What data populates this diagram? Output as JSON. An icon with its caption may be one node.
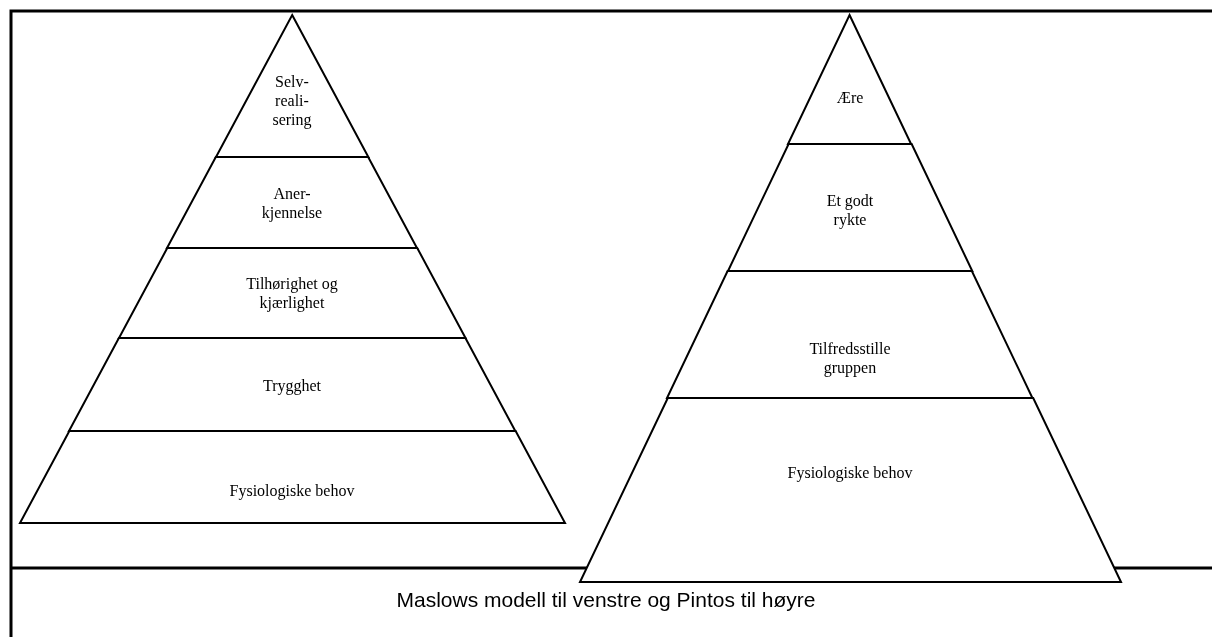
{
  "diagram": {
    "caption": "Maslows modell til venstre og Pintos til høyre",
    "nodes": [
      {
        "text": [
          "Selv- reali- sering"
        ]
      },
      {
        "text": [
          "Aner- kjennelse"
        ]
      },
      {
        "text": [
          "Tilhørighet og kjærlighet"
        ]
      },
      {
        "text": [
          "Trygghet"
        ]
      },
      {
        "text": [
          "Fysiologiske behov"
        ]
      },
      {
        "text": [
          "Ære"
        ]
      },
      {
        "text": [
          "Et godt rykte"
        ]
      },
      {
        "text": [
          "Tilfredsstille gruppen"
        ]
      },
      {
        "text": [
          "Fysiologiske behov"
        ]
      }
    ]
  }
}
